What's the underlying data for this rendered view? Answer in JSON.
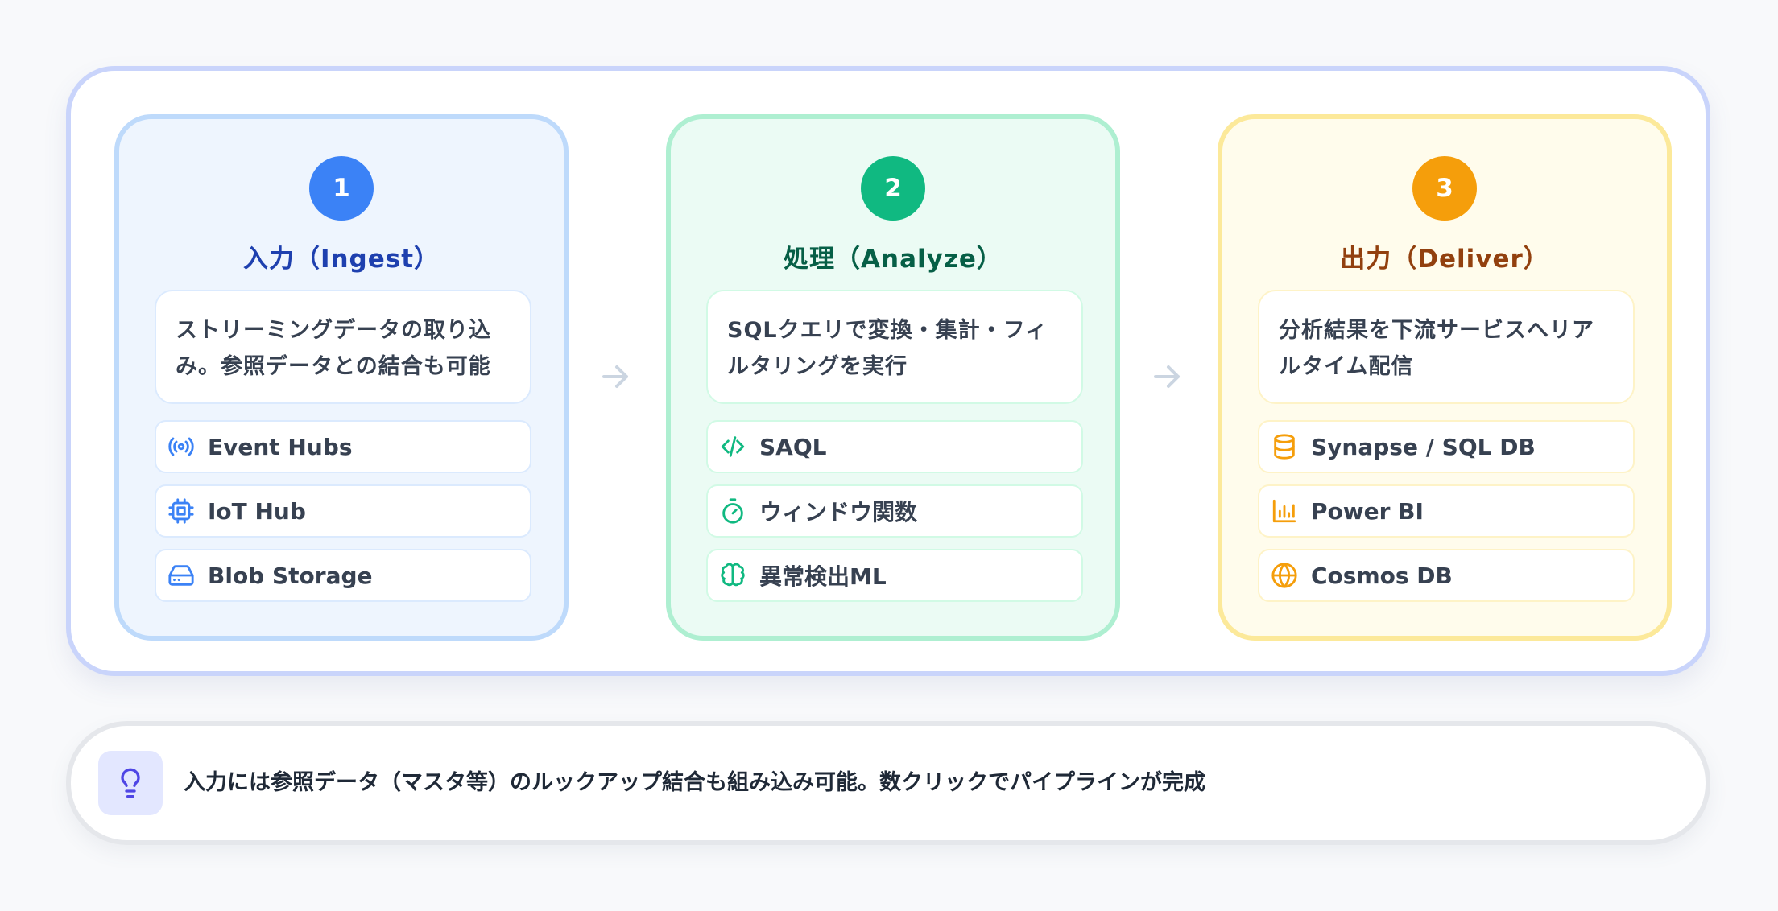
{
  "stages": [
    {
      "number": "1",
      "title": "入力（Ingest）",
      "description_lines": [
        "ストリーミングデータの取り込",
        "み。参照データとの結合も可能"
      ],
      "tools": [
        {
          "label": "Event Hubs",
          "icon": "broadcast-icon"
        },
        {
          "label": "IoT Hub",
          "icon": "chip-icon"
        },
        {
          "label": "Blob Storage",
          "icon": "storage-drive-icon"
        }
      ],
      "accent": "#3b82f6"
    },
    {
      "number": "2",
      "title": "処理（Analyze）",
      "description_lines": [
        "SQLクエリで変換・集計・フィ",
        "ルタリングを実行"
      ],
      "tools": [
        {
          "label": "SAQL",
          "icon": "code-icon"
        },
        {
          "label": "ウィンドウ関数",
          "icon": "stopwatch-icon"
        },
        {
          "label": "異常検出ML",
          "icon": "brain-icon"
        }
      ],
      "accent": "#10b981"
    },
    {
      "number": "3",
      "title": "出力（Deliver）",
      "description_lines": [
        "分析結果を下流サービスへリア",
        "ルタイム配信"
      ],
      "tools": [
        {
          "label": "Synapse / SQL DB",
          "icon": "database-icon"
        },
        {
          "label": "Power BI",
          "icon": "bar-chart-icon"
        },
        {
          "label": "Cosmos DB",
          "icon": "globe-icon"
        }
      ],
      "accent": "#f59e0b"
    }
  ],
  "tip": {
    "icon": "lightbulb-icon",
    "text": "入力には参照データ（マスタ等）のルックアップ結合も組み込み可能。数クリックでパイプラインが完成"
  }
}
